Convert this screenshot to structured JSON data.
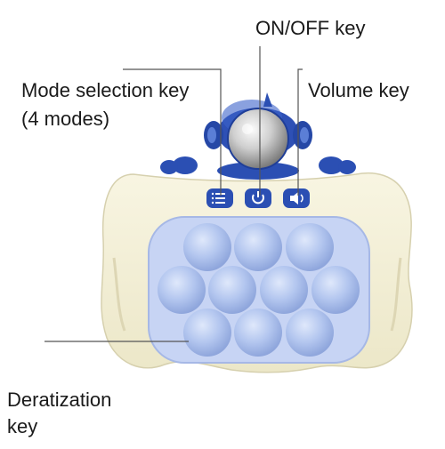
{
  "labels": {
    "onoff": "ON/OFF key",
    "mode_line1": "Mode selection key",
    "mode_line2": "(4 modes)",
    "volume": "Volume key",
    "derat_line1": "Deratization",
    "derat_line2": "key"
  },
  "icons": {
    "mode_button": "list-icon",
    "power_button": "power-icon",
    "volume_button": "speaker-icon"
  },
  "colors": {
    "body": "#f4f0d6",
    "astronaut": "#2b4fb3",
    "bubble": "#aac0ec",
    "leader_line": "#555555"
  },
  "bubbles": {
    "top_row": 3,
    "middle_row": 4,
    "bottom_row": 3
  }
}
